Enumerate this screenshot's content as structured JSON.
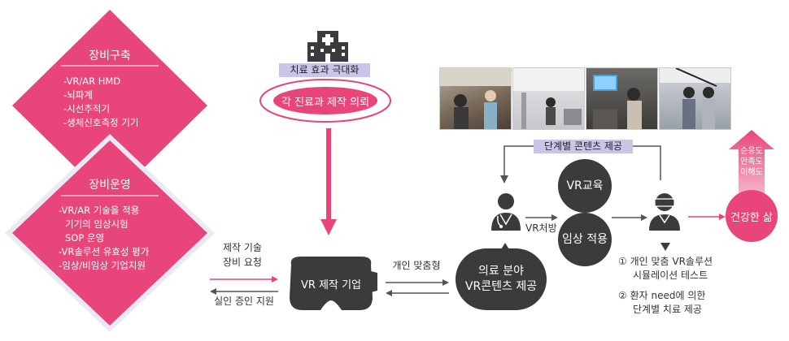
{
  "equipment_build": {
    "title": "장비구축",
    "items": [
      "-VR/AR HMD",
      "-뇌파계",
      "-시선추적기",
      "-생체신호측정 기기"
    ]
  },
  "equipment_operation": {
    "title": "장비운영",
    "items": [
      "-VR/AR 기술을 적용",
      "기기의 임상시험",
      "SOP 운영",
      "-VR솔루션 유효성 평가",
      "-임상/비임상 기업지원"
    ]
  },
  "hospital": {
    "banner": "치료 효과 극대화",
    "oval": "각 진료과 제작 의뢰"
  },
  "left_flow": {
    "top_line1": "제작 기술",
    "top_line2": "장비 요청",
    "bottom": "실인 증인 지원"
  },
  "vr_company": "VR 제작 기업",
  "middle_flow": {
    "top": "개인 맞춤형"
  },
  "medical_circle": {
    "line1": "의료 분야",
    "line2": "VR콘텐츠 제공"
  },
  "stage_banner": "단계별 콘텐츠 제공",
  "vr_prescription": "VR처방",
  "vr_education": "VR교육",
  "clinical_apply": "임상 적용",
  "result_list": [
    {
      "num": "①",
      "line1": "개인 맞춤 VR솔루션",
      "line2": "시뮬레이션 테스트"
    },
    {
      "num": "②",
      "line1": "환자 need에 의한",
      "line2": "단계별 치료 제공"
    }
  ],
  "arrow_up_text": [
    "순응도",
    "만족도",
    "이해도"
  ],
  "healthy_life": "건강한 삶",
  "colors": {
    "pink": "#e8457a",
    "dark": "#3b3b3b",
    "lavender": "#c9c5e8"
  }
}
